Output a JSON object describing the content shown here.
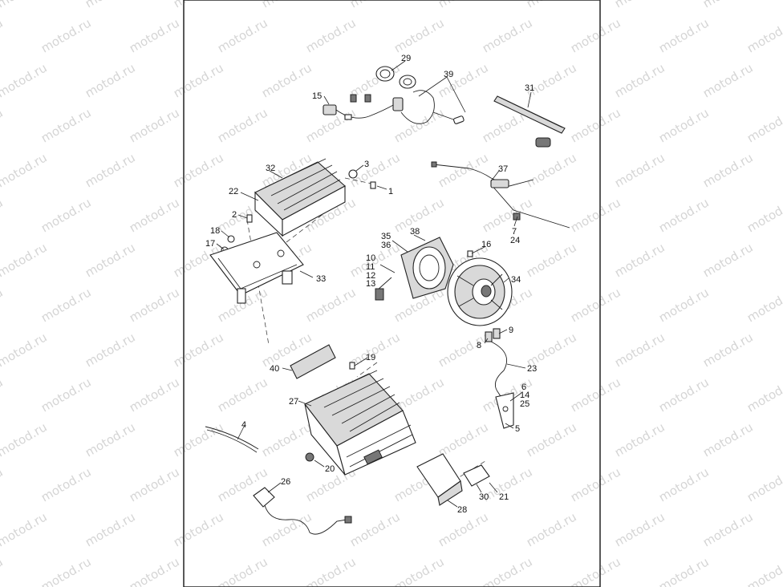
{
  "watermark": {
    "text": "motod.ru"
  },
  "callouts": {
    "c1": "1",
    "c2": "2",
    "c3": "3",
    "c4": "4",
    "c5": "5",
    "c6": "6",
    "c7": "7",
    "c8": "8",
    "c9": "9",
    "c10": "10",
    "c11": "11",
    "c12": "12",
    "c13": "13",
    "c14": "14",
    "c15": "15",
    "c16": "16",
    "c17": "17",
    "c18": "18",
    "c19": "19",
    "c20": "20",
    "c21": "21",
    "c22": "22",
    "c23": "23",
    "c24": "24",
    "c25": "25",
    "c26": "26",
    "c27": "27",
    "c28": "28",
    "c29": "29",
    "c30": "30",
    "c31": "31",
    "c32": "32",
    "c33": "33",
    "c34": "34",
    "c35": "35",
    "c36": "36",
    "c37": "37",
    "c38": "38",
    "c39": "39",
    "c40": "40"
  }
}
